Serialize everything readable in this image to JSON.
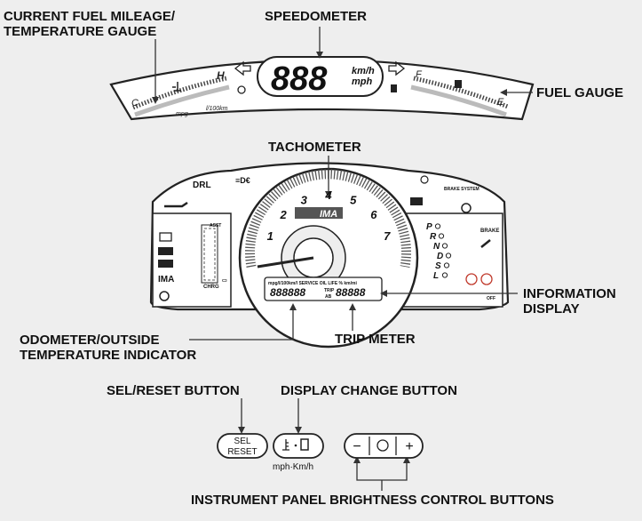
{
  "labels": {
    "fuel_mileage_1": "CURRENT FUEL MILEAGE/",
    "fuel_mileage_2": "TEMPERATURE GAUGE",
    "speedometer": "SPEEDOMETER",
    "fuel_gauge": "FUEL GAUGE",
    "tachometer": "TACHOMETER",
    "information_1": "INFORMATION",
    "information_2": "DISPLAY",
    "odometer_1": "ODOMETER/OUTSIDE",
    "odometer_2": "TEMPERATURE INDICATOR",
    "trip_meter": "TRIP METER",
    "sel_reset_button": "SEL/RESET BUTTON",
    "display_change_button": "DISPLAY CHANGE BUTTON",
    "brightness_buttons": "INSTRUMENT PANEL BRIGHTNESS CONTROL BUTTONS"
  },
  "upper_cluster": {
    "speed_digits": "888",
    "speed_unit_1": "km/h",
    "speed_unit_2": "mph",
    "temp_cold": "C",
    "temp_hot": "H",
    "mileage_unit_1": "mpg",
    "mileage_unit_2": "l/100km",
    "fuel_full": "F",
    "fuel_empty": "E"
  },
  "lower_cluster": {
    "drl": "DRL",
    "ima": "IMA",
    "asst": "ASST",
    "chrg": "CHRG",
    "tach_numbers": [
      "1",
      "2",
      "3",
      "4",
      "5",
      "6",
      "7"
    ],
    "gears": [
      "P",
      "R",
      "N",
      "D",
      "S",
      "L"
    ],
    "info_top": "mpg/l/100km/l SERVICE OIL LIFE % km/mi",
    "info_odo": "888888",
    "info_trip": "88888",
    "trip_a": "TRIP",
    "trip_b": "AB",
    "brake": "BRAKE",
    "brake_system": "BRAKE SYSTEM",
    "off": "OFF"
  },
  "buttons": {
    "sel_1": "SEL",
    "sel_2": "RESET",
    "display_change_caption": "mph·Km/h",
    "minus": "−",
    "plus": "+"
  }
}
